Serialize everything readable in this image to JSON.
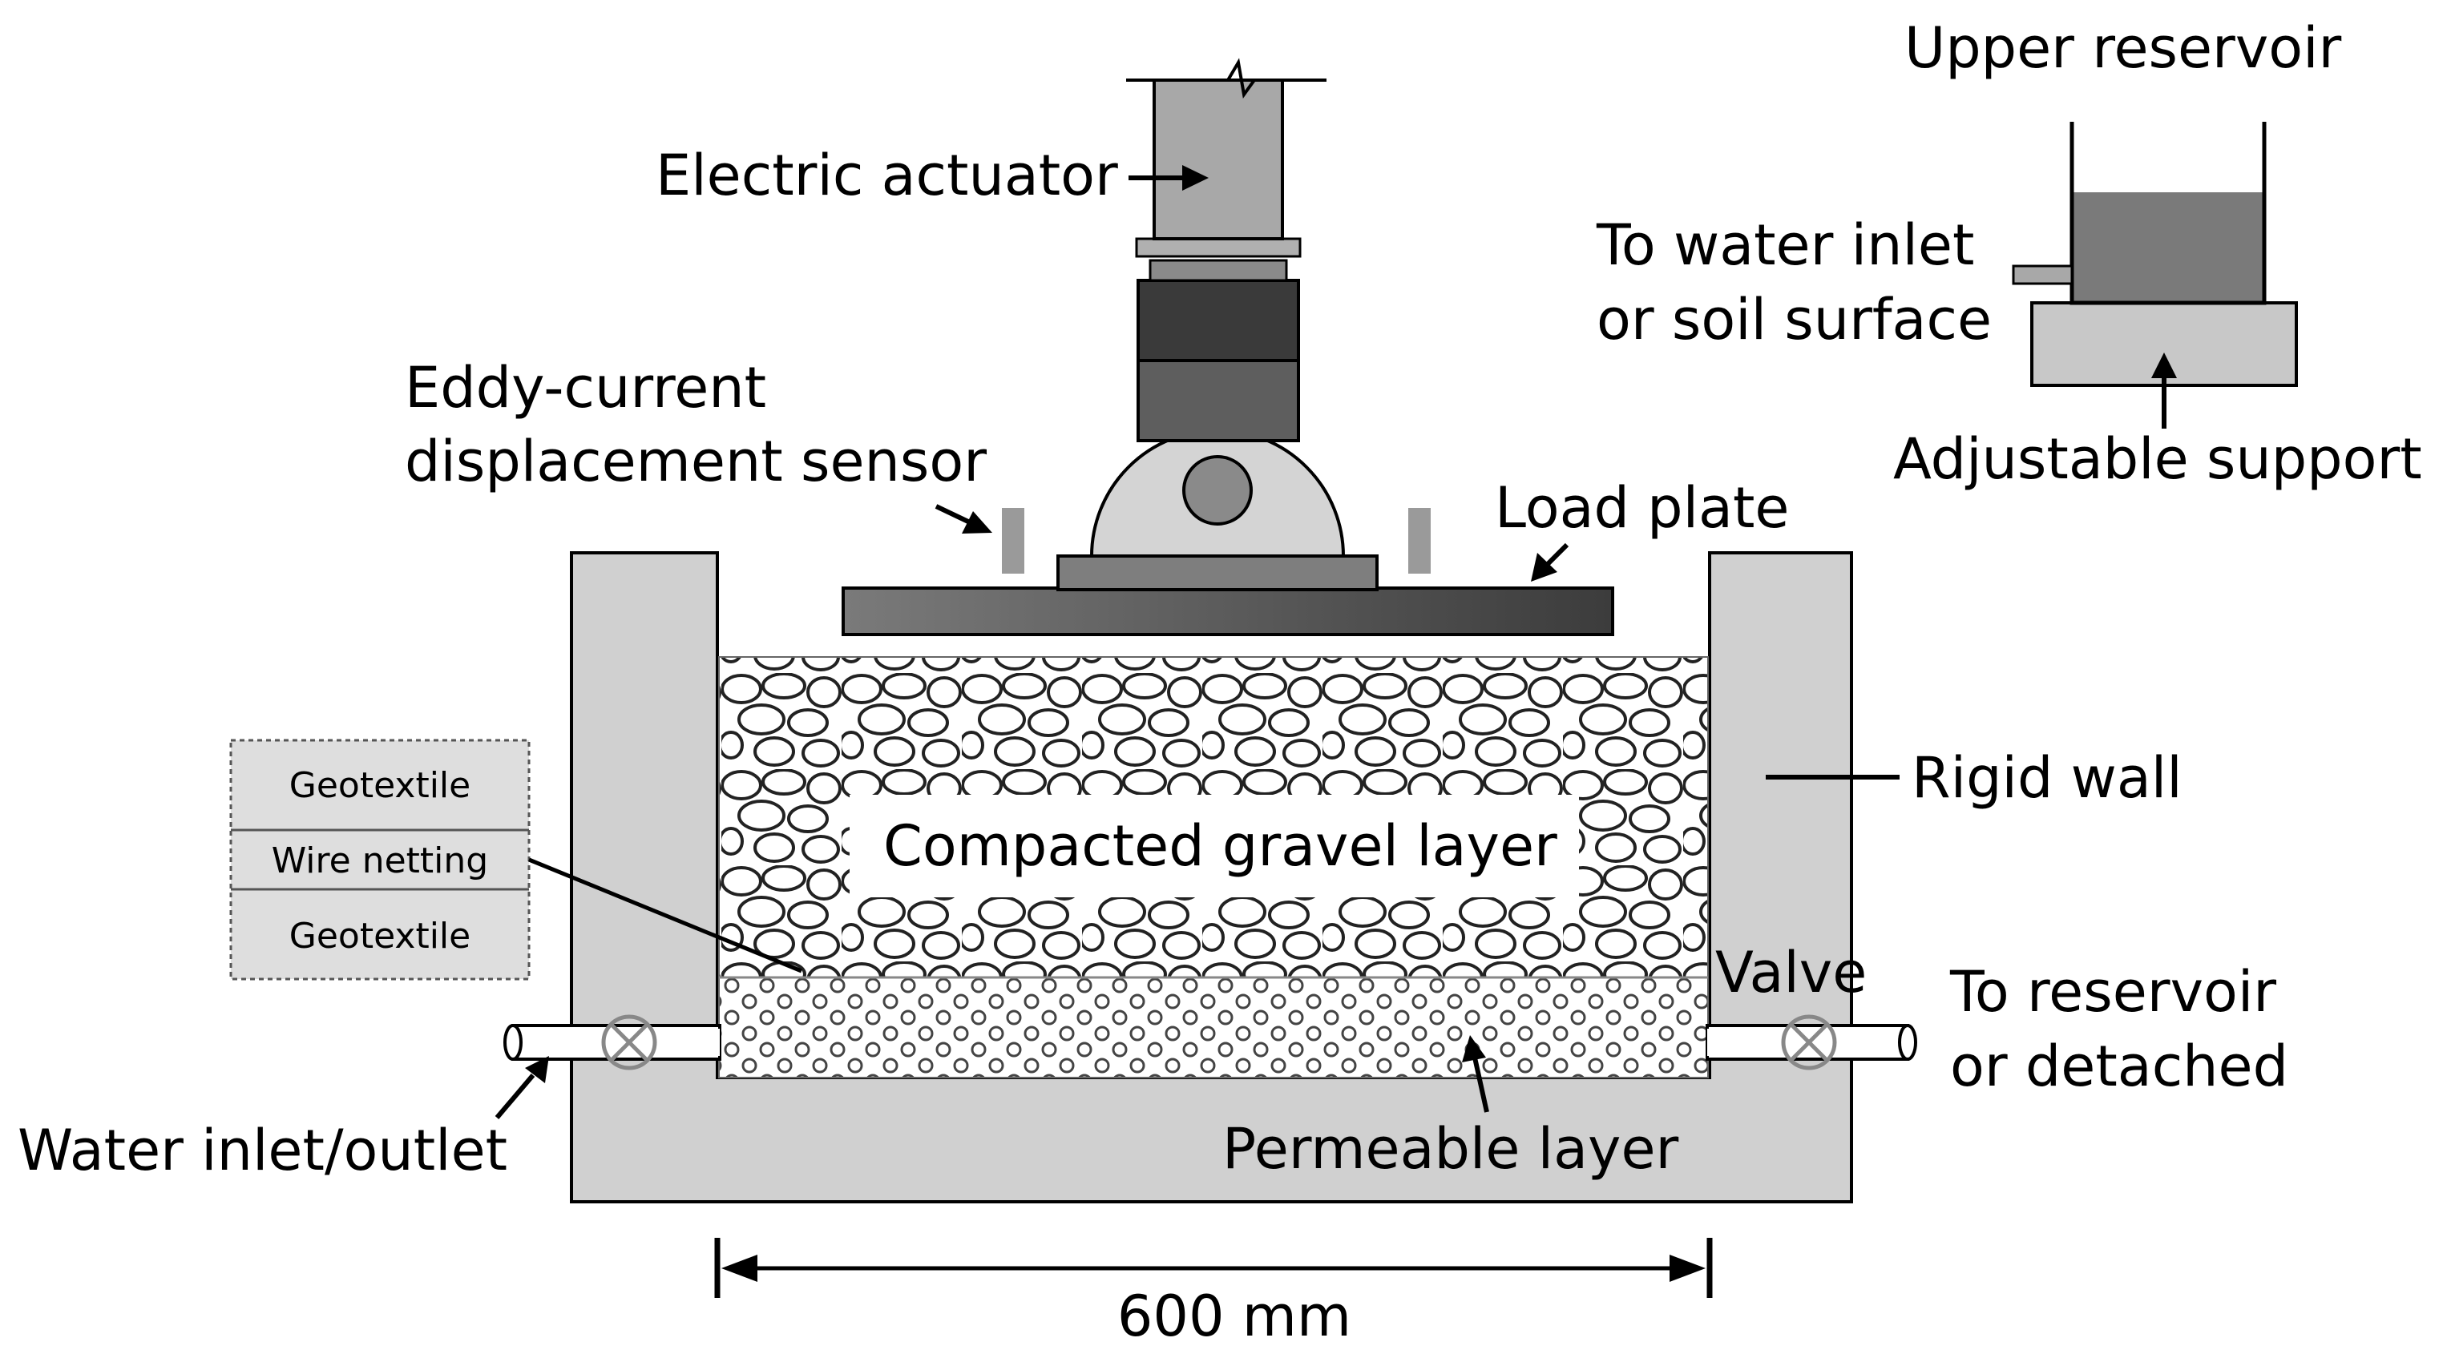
{
  "labels": {
    "electric_actuator": "Electric actuator",
    "upper_reservoir": "Upper reservoir",
    "to_water_inlet_line1": "To water inlet",
    "to_water_inlet_line2": "or soil surface",
    "adjustable_support": "Adjustable support",
    "eddy_current_line1": "Eddy-current",
    "eddy_current_line2": "displacement sensor",
    "load_plate": "Load plate",
    "rigid_wall": "Rigid wall",
    "compacted_gravel_layer": "Compacted gravel layer",
    "valve": "Valve",
    "to_reservoir_line1": "To reservoir",
    "to_reservoir_line2": "or detached",
    "water_inlet_outlet": "Water inlet/outlet",
    "permeable_layer": "Permeable layer",
    "dimension": "600 mm"
  },
  "legend_box": {
    "layers": [
      "Geotextile",
      "Wire netting",
      "Geotextile"
    ]
  },
  "colors": {
    "wall_fill": "#d0d0d0",
    "actuator_fill": "#a8a8a8",
    "actuator_dark": "#3a3a3a",
    "actuator_mid": "#6e6e6e",
    "plate_fill": "#5e5e5e",
    "water_fill": "#7a7a7a",
    "gravel_fill": "#ffffff",
    "stroke": "#000000"
  }
}
